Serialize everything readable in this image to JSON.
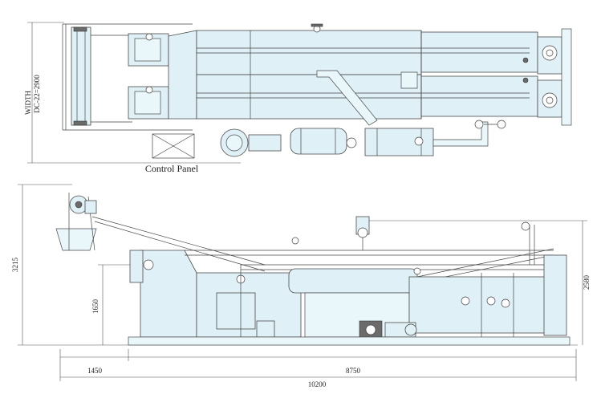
{
  "top_view": {
    "width_label": "WIDTH",
    "width_value": "DC-22=2900",
    "control_panel_label": "Control Panel"
  },
  "side_view": {
    "height_total": "3215",
    "height_tank": "1650",
    "height_right": "2580",
    "length_front": "1450",
    "length_main": "8750",
    "length_total": "10200"
  }
}
